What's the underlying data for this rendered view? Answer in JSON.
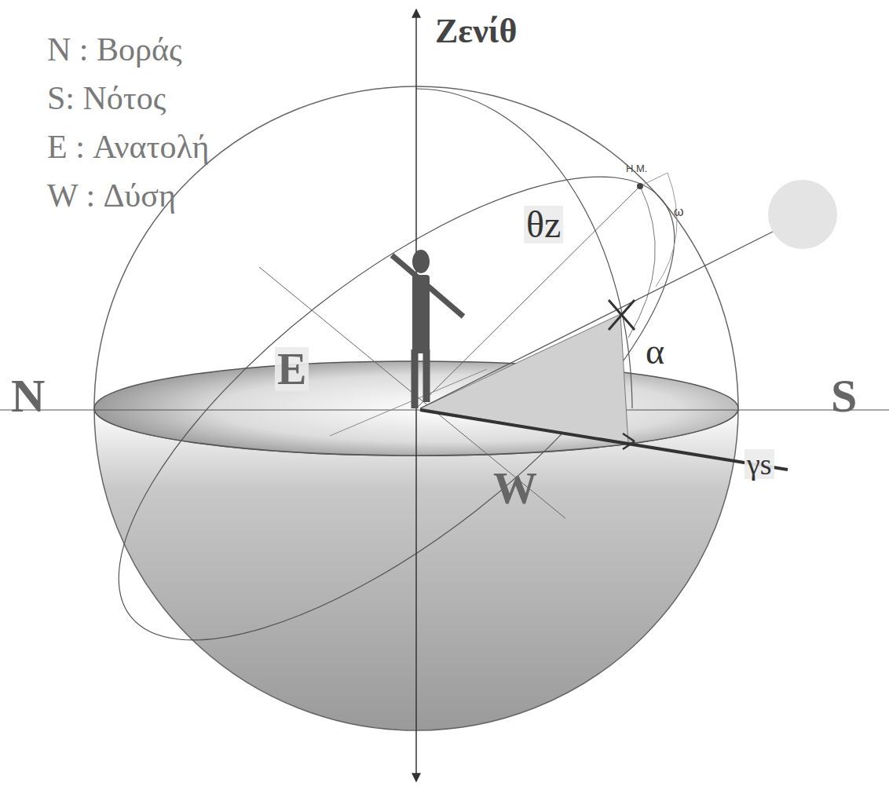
{
  "diagram": {
    "labels": [
      "N : Βοράς",
      "S:  Νότος",
      "E : Ανατολή",
      "W : Δύση",
      "Ζενίθ",
      "Η.Μ.",
      "ω",
      "θz",
      "α",
      "E",
      "N",
      "S",
      "W",
      "γs"
    ]
  }
}
